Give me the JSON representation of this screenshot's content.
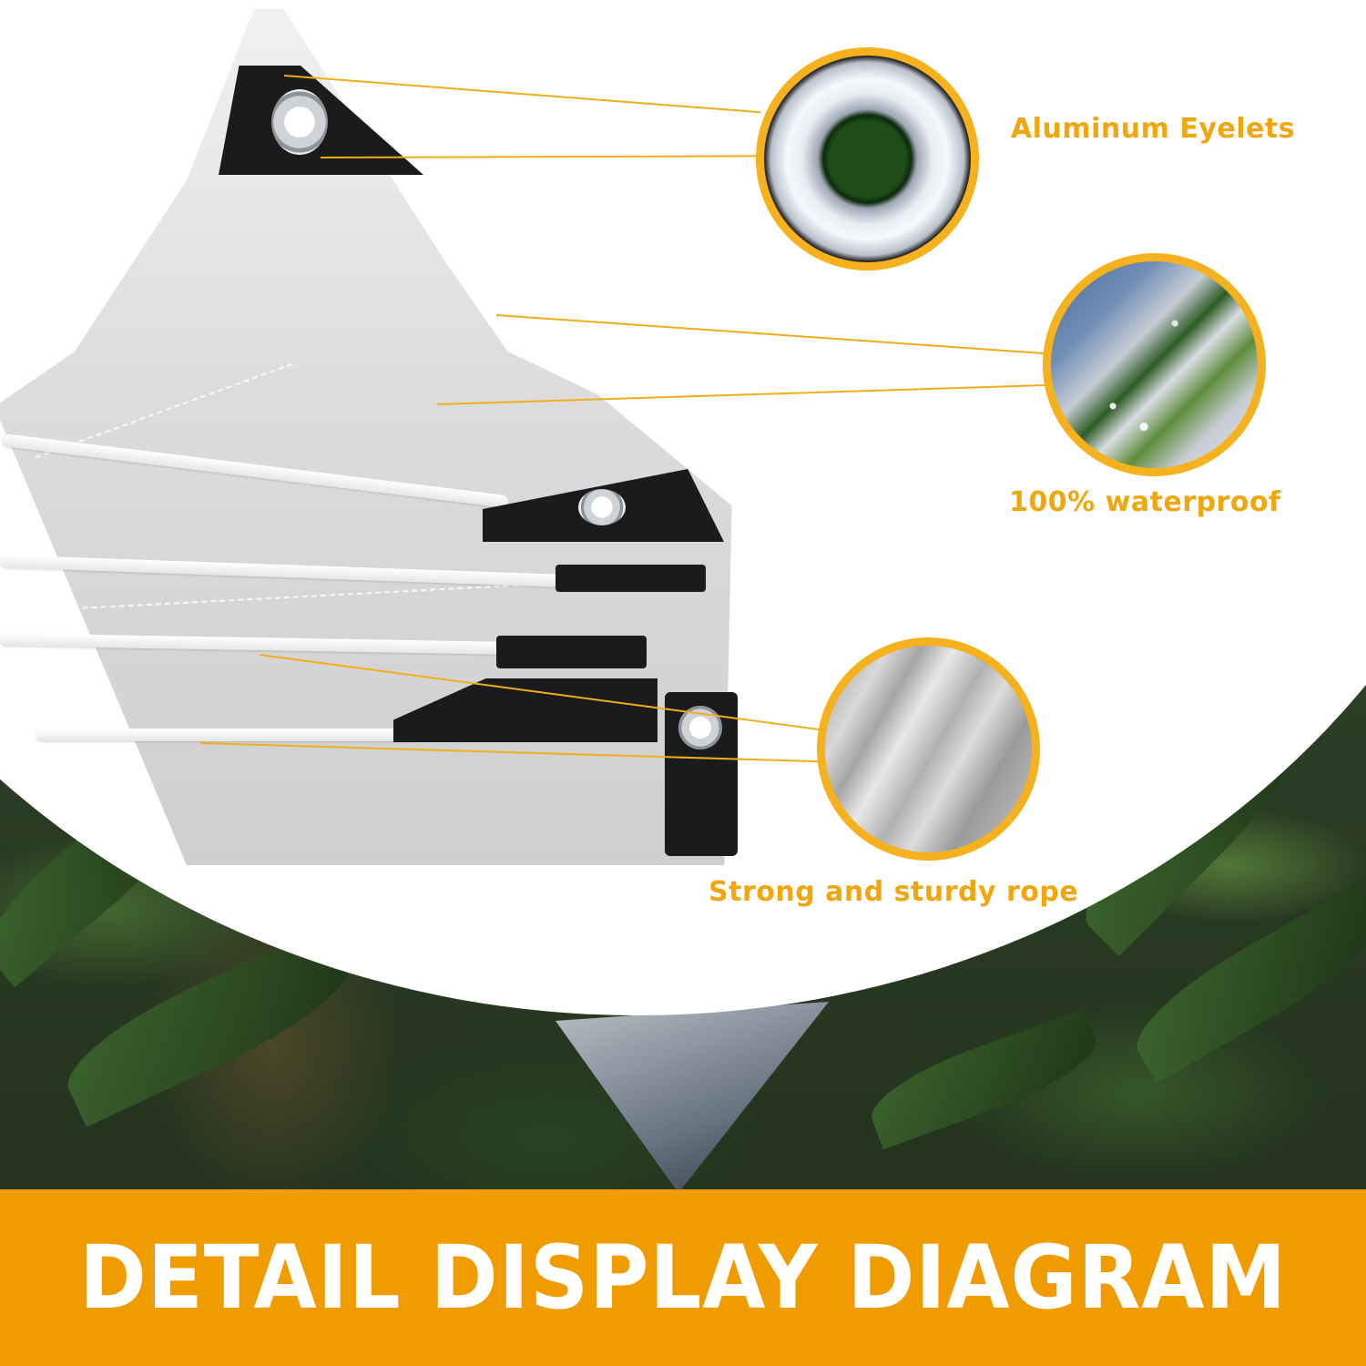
{
  "product": {
    "subject": "clear PVC tarp with reinforced corners",
    "background": "wet green foliage"
  },
  "callouts": [
    {
      "id": "eyelets",
      "label": "Aluminum Eyelets",
      "icon": "eyelet-closeup-icon"
    },
    {
      "id": "waterproof",
      "label": "100% waterproof",
      "icon": "water-droplets-closeup-icon"
    },
    {
      "id": "rope",
      "label": "Strong and sturdy rope",
      "icon": "rope-closeup-icon"
    }
  ],
  "banner": {
    "title": "DETAIL DISPLAY DIAGRAM"
  },
  "colors": {
    "accent": "#f5b11e",
    "label_text": "#f0a70d",
    "banner_bg": "#f09b00",
    "banner_text": "#ffffff",
    "panel_bg": "#ffffff"
  }
}
